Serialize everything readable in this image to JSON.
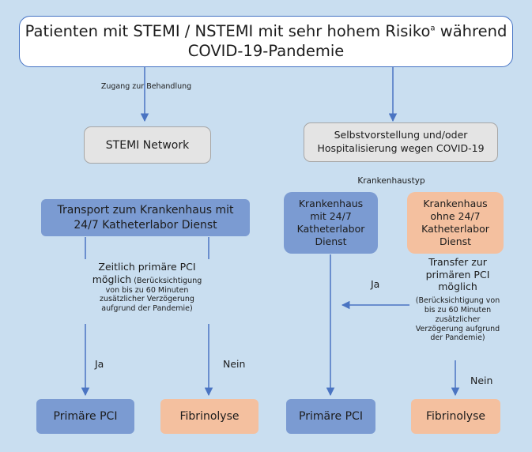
{
  "title": {
    "line1": "Patienten mit STEMI / NSTEMI mit sehr hohem Risiko",
    "sup": "a",
    "line1_end": " während",
    "line2": "COVID-19-Pandemie"
  },
  "labels": {
    "zugang": "Zugang zur Behandlung",
    "krankenhaustyp": "Krankenhaustyp",
    "ja_left": "Ja",
    "nein_left": "Nein",
    "ja_right": "Ja",
    "nein_right": "Nein"
  },
  "nodes": {
    "stemi_network": "STEMI Network",
    "selbst_line1": "Selbstvorstellung und/oder",
    "selbst_line2": "Hospitalisierung wegen COVID-19",
    "transport_line1": "Transport zum Krankenhaus mit",
    "transport_line2": "24/7 Katheterlabor Dienst",
    "kh247_line1": "Krankenhaus",
    "kh247_line2": "mit 24/7",
    "kh247_line3": "Katheterlabor",
    "kh247_line4": "Dienst",
    "khohne_line1": "Krankenhaus",
    "khohne_line2": "ohne 24/7",
    "khohne_line3": "Katheterlabor",
    "khohne_line4": "Dienst",
    "primaere_pci_left": "Primäre PCI",
    "fibrinolyse_left": "Fibrinolyse",
    "primaere_pci_right": "Primäre PCI",
    "fibrinolyse_right": "Fibrinolyse"
  },
  "decisions": {
    "left_main1": "Zeitlich primäre PCI",
    "left_main2": "möglich",
    "left_small1": " (Berücksichtigung",
    "left_small2": "von bis zu 60 Minuten",
    "left_small3": "zusätzlicher Verzögerung",
    "left_small4": "aufgrund der Pandemie)",
    "right_main1": "Transfer zur",
    "right_main2": "primären PCI",
    "right_main3": "möglich",
    "right_small1": "(Berücksichtigung von",
    "right_small2": "bis zu 60 Minuten",
    "right_small3": "zusätzlicher",
    "right_small4": "Verzögerung aufgrund",
    "right_small5": "der Pandemie)"
  },
  "colors": {
    "background": "#c9def0",
    "blue_box": "#7b9bd2",
    "peach_box": "#f4c09f",
    "gray_box": "#e4e4e4",
    "connector": "#4a74c2"
  }
}
